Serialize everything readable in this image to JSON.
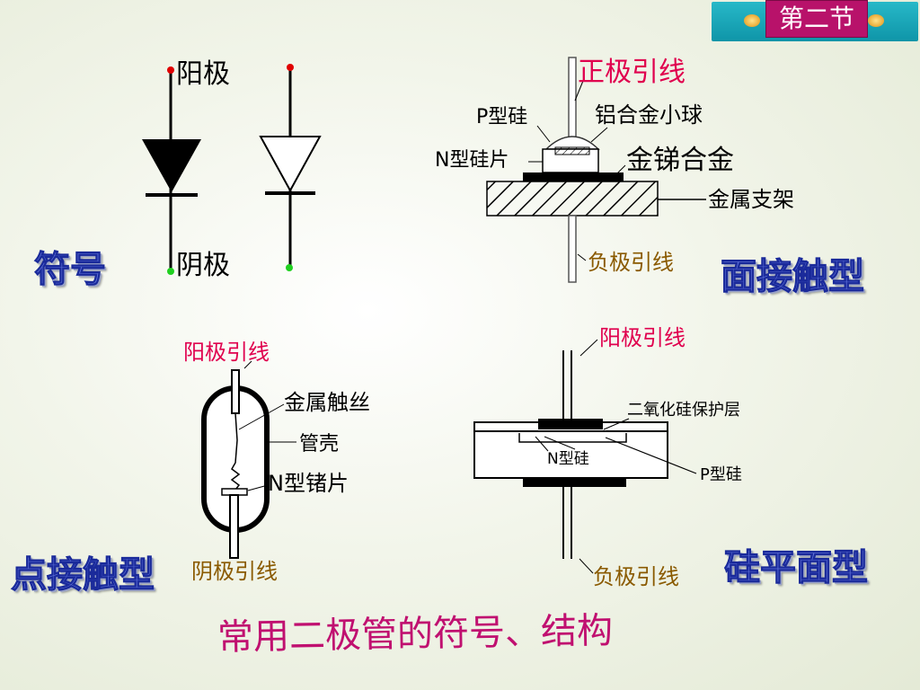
{
  "nav": {
    "section_label": "第二节"
  },
  "symbol": {
    "anode": "阳极",
    "cathode": "阴极",
    "title": "符号"
  },
  "junction_type": {
    "positive_lead": "正极引线",
    "p_silicon": "P型硅",
    "al_ball": "铝合金小球",
    "n_wafer": "N型硅片",
    "au_sb": "金锑合金",
    "bracket": "金属支架",
    "negative_lead": "负极引线",
    "title": "面接触型"
  },
  "point_contact": {
    "anode_lead": "阳极引线",
    "whisker": "金属触丝",
    "shell": "管壳",
    "ge_wafer": "N型锗片",
    "cathode_lead": "阴极引线",
    "title": "点接触型"
  },
  "planar": {
    "anode_lead": "阳极引线",
    "oxide_layer": "二氧化硅保护层",
    "n_silicon": "N型硅",
    "p_silicon": "P型硅",
    "cathode_lead": "负极引线",
    "title": "硅平面型"
  },
  "caption": "常用二极管的符号、结构",
  "colors": {
    "label_pink": "#e0004e",
    "label_brown": "#8a5a00",
    "title_blue": "#5d6fd8",
    "nav_teal": "#1aa8b8",
    "nav_magenta": "#b8126a"
  }
}
